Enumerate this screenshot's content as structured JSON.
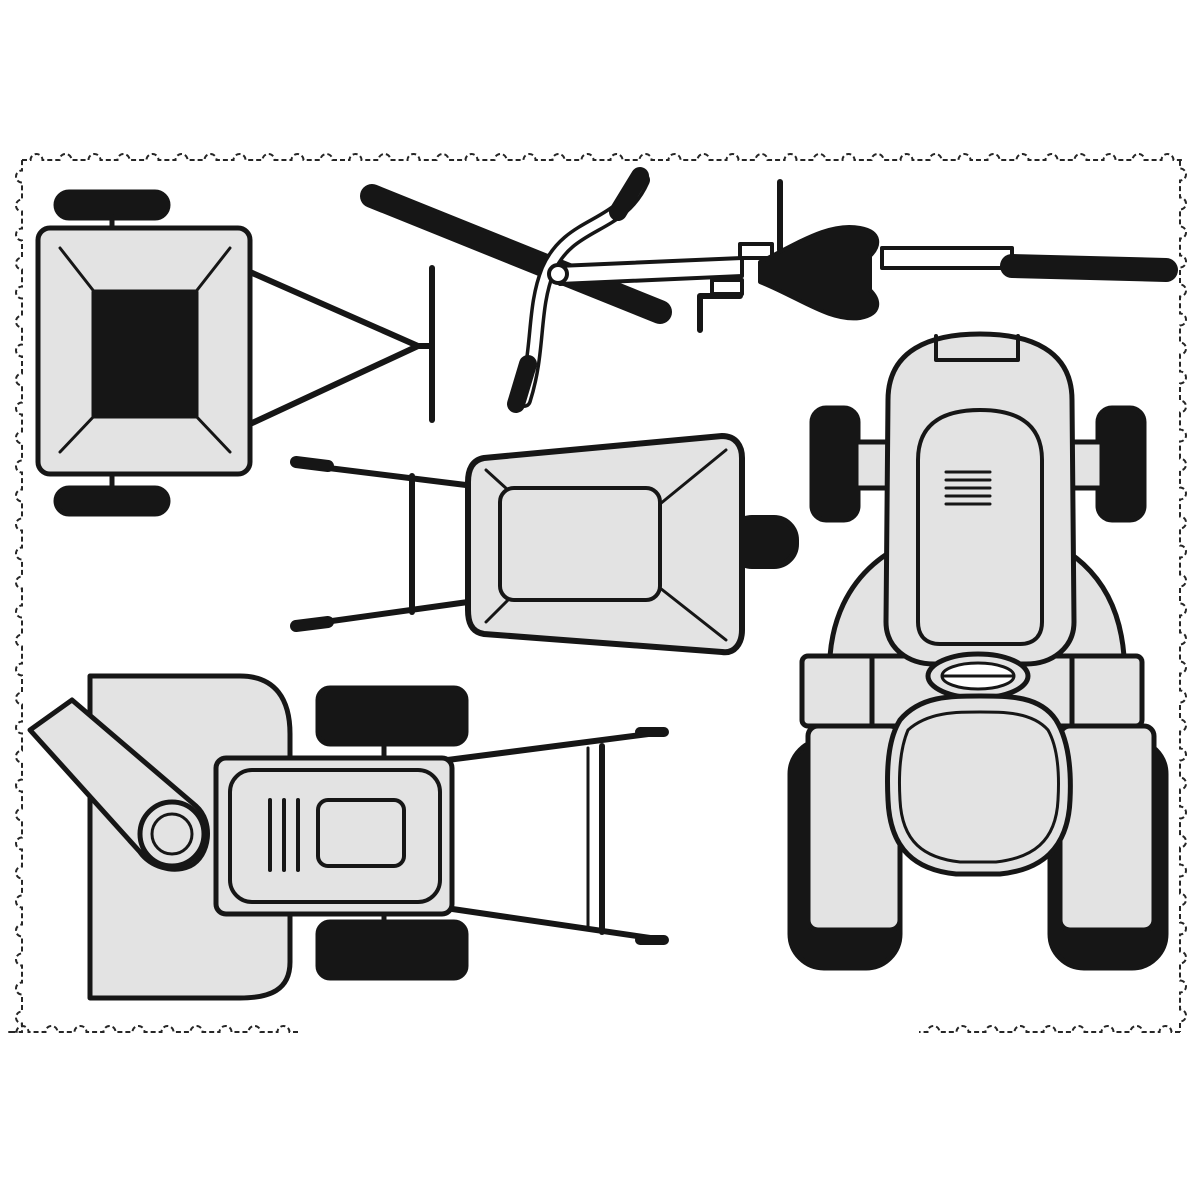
{
  "palette": {
    "body_fill": "#e3e3e3",
    "ink": "#161616",
    "paper": "#ffffff",
    "inner_fill": "#cfcfcf"
  },
  "items": [
    {
      "id": "cart",
      "icon": "cart-icon"
    },
    {
      "id": "edger",
      "icon": "edger-icon"
    },
    {
      "id": "wheelbarrow",
      "icon": "wheelbarrow-icon"
    },
    {
      "id": "snowblower",
      "icon": "snowblower-icon"
    },
    {
      "id": "tractor",
      "icon": "tractor-icon"
    }
  ],
  "border": {
    "style": "stamp-perforated"
  }
}
